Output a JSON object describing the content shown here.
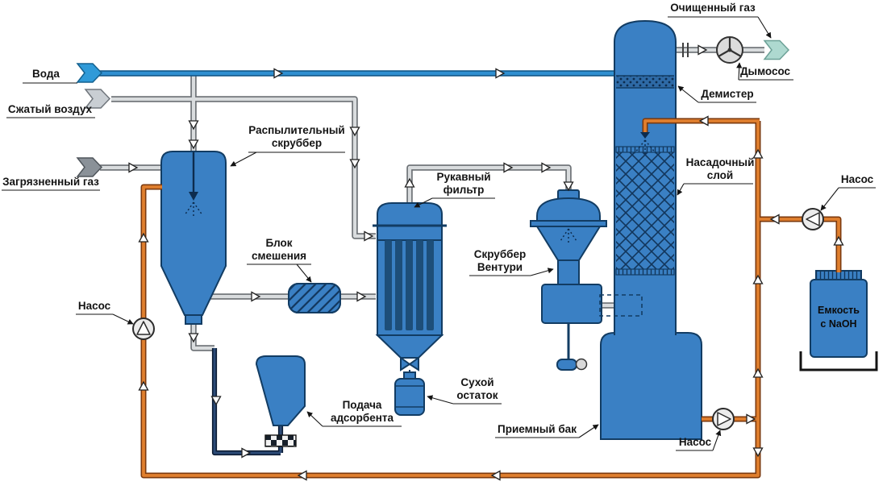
{
  "colors": {
    "vessel_blue": "#3a80c4",
    "vessel_dark": "#123c63",
    "pipe_water": "#2f8fd0",
    "pipe_gas": "#d9dcde",
    "pipe_recirculation": "#e07f2e",
    "pipe_adsorbent": "#2c4b77",
    "clean_gas_arrow": "#aed9d0",
    "water_arrow": "#2f9ad8",
    "air_arrow": "#c9ced3",
    "dirty_gas_arrow": "#8a9198"
  },
  "streams": {
    "water": "Вода",
    "compressed_air": "Сжатый воздух",
    "dirty_gas": "Загрязненный газ",
    "clean_gas": "Очищенный газ"
  },
  "labels": {
    "spray_scrubber": [
      "Распылительный",
      "скруббер"
    ],
    "mixing_block": [
      "Блок",
      "смешения"
    ],
    "bag_filter": [
      "Рукавный",
      "фильтр"
    ],
    "venturi_scrubber": [
      "Скруббер",
      "Вентури"
    ],
    "demister": "Демистер",
    "packed_bed": [
      "Насадочный",
      "слой"
    ],
    "fan": "Дымосос",
    "pump": "Насос",
    "naoh_tank": [
      "Емкость",
      "с NaOH"
    ],
    "adsorbent_feed": [
      "Подача",
      "адсорбента"
    ],
    "dry_residue": [
      "Сухой",
      "остаток"
    ],
    "receiving_tank": "Приемный бак"
  }
}
